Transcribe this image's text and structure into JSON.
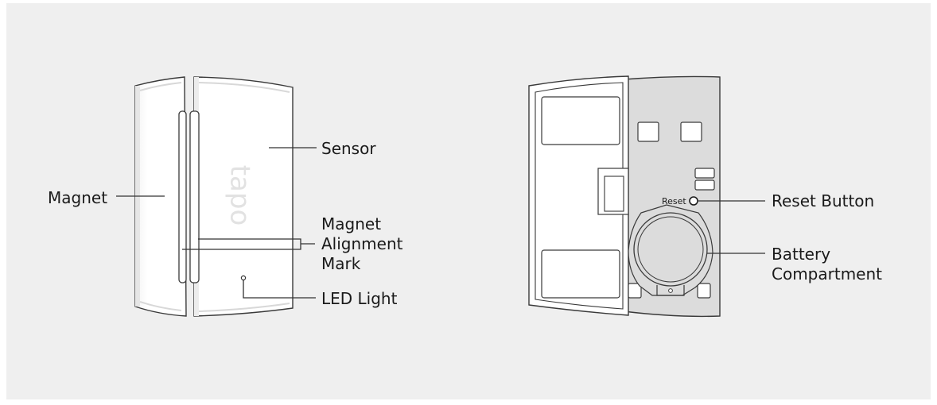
{
  "left_device": {
    "brand": "tapo",
    "labels": {
      "magnet": "Magnet",
      "sensor": "Sensor",
      "alignment_line1": "Magnet",
      "alignment_line2": "Alignment",
      "alignment_line3": "Mark",
      "led": "LED Light"
    }
  },
  "right_device": {
    "reset_small": "Reset",
    "labels": {
      "reset_button": "Reset Button",
      "battery_line1": "Battery",
      "battery_line2": "Compartment"
    }
  },
  "colors": {
    "background_panel": "#efefef",
    "device_body": "#ffffff",
    "inner_panel": "#dcdcdc",
    "outline": "#3a3a3a"
  }
}
